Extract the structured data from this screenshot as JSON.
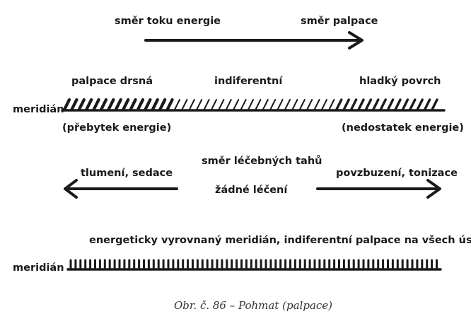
{
  "top": {
    "energy_flow": "směr toku energie",
    "palpation_direction": "směr palpace"
  },
  "meridian1": {
    "label": "meridián",
    "rough": "palpace drsná",
    "indifferent": "indiferentní",
    "smooth": "hladký povrch",
    "excess": "(přebytek energie)",
    "deficit": "(nedostatek energie)"
  },
  "treatment": {
    "title": "směr léčebných tahů",
    "left": "tlumení, sedace",
    "none": "žádné léčení",
    "right": "povzbuzení, tonizace"
  },
  "meridian2": {
    "description": "energeticky vyrovnaný meridián, indiferentní palpace na všech úsecích",
    "label": "meridián"
  },
  "caption": "Obr. č. 86 – Pohmat (palpace)",
  "colors": {
    "ink": "#1a1a1a"
  }
}
